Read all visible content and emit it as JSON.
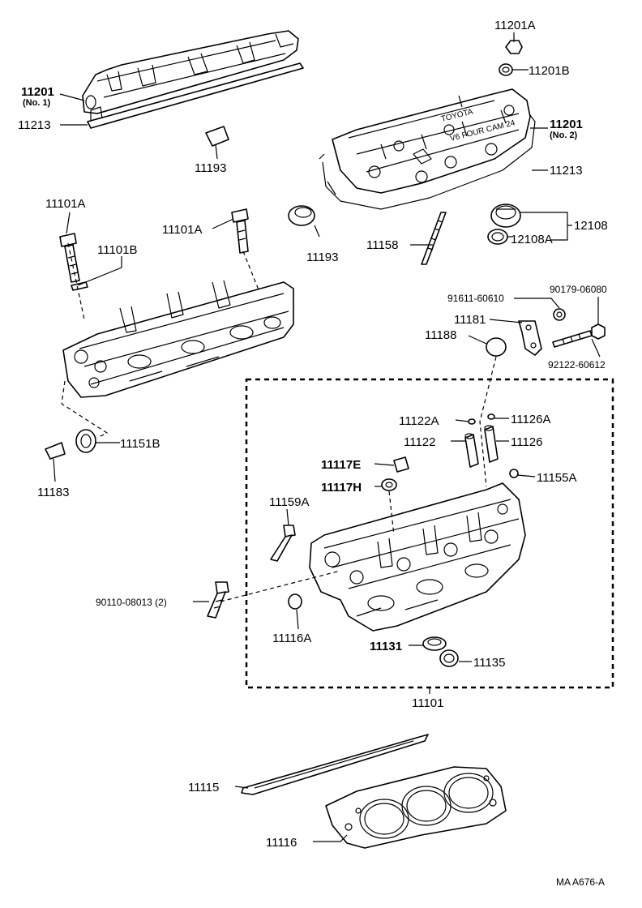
{
  "labels": {
    "p11201a": "11201A",
    "p11201b": "11201B",
    "p11201_no1": "11201",
    "p11201_no1_sub": "(No. 1)",
    "p11213_left": "11213",
    "p11201_no2": "11201",
    "p11201_no2_sub": "(No. 2)",
    "p11213_right": "11213",
    "p11193_top": "11193",
    "p11193_mid": "11193",
    "p11158": "11158",
    "p12108": "12108",
    "p12108a": "12108A",
    "p11101a_left": "11101A",
    "p11101b": "11101B",
    "p11101a_mid": "11101A",
    "p91611": "91611-60610",
    "p90179": "90179-06080",
    "p11181": "11181",
    "p11188": "11188",
    "p92122": "92122-60612",
    "p11151b": "11151B",
    "p11183": "11183",
    "p11122a": "11122A",
    "p11126a": "11126A",
    "p11122": "11122",
    "p11126": "11126",
    "p11117e": "11117E",
    "p11155a": "11155A",
    "p11117h": "11117H",
    "p11159a": "11159A",
    "p90110": "90110-08013 (2)",
    "p11116a": "11116A",
    "p11131": "11131",
    "p11135": "11135",
    "p11101": "11101",
    "p11115": "11115",
    "p11116": "11116",
    "ref": "MA A676-A"
  },
  "embossing": {
    "brand": "TOYOTA",
    "engine": "V6 FOUR CAM 24"
  }
}
